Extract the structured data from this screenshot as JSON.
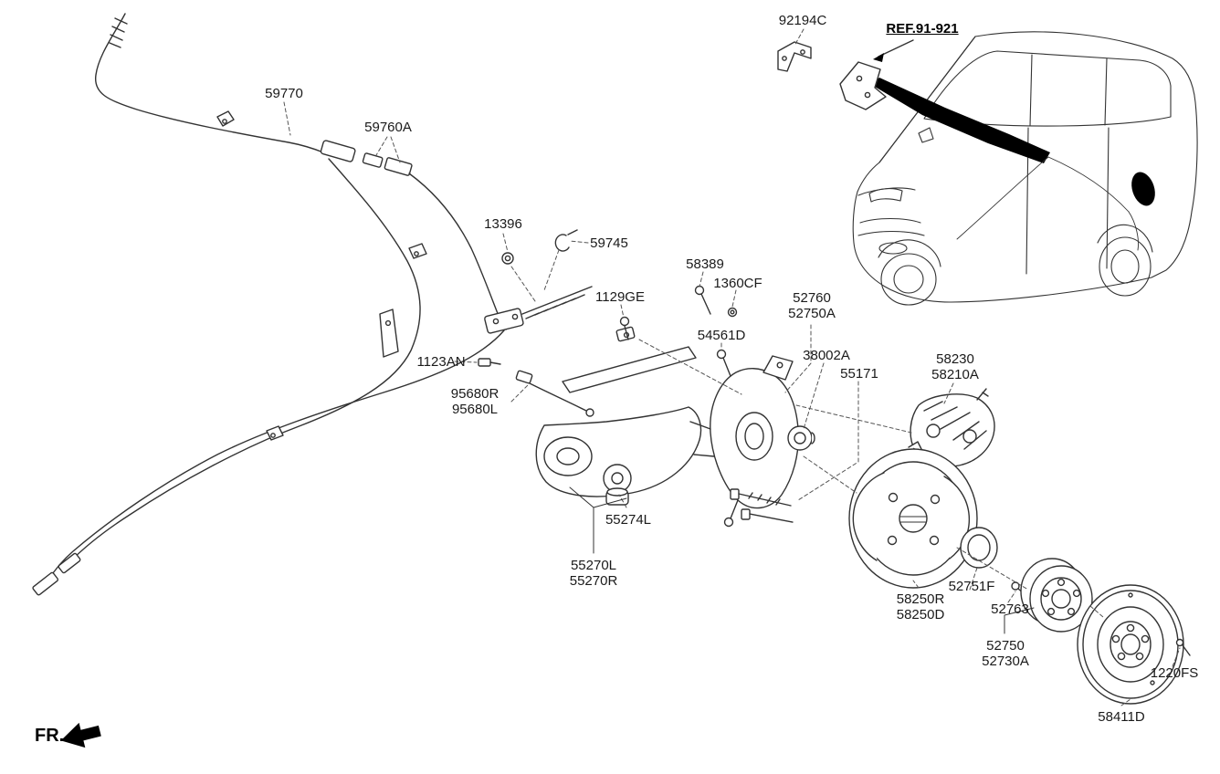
{
  "labels": {
    "p92194C": "92194C",
    "ref91921": "REF.91-921",
    "p59770": "59770",
    "p59760A": "59760A",
    "p13396": "13396",
    "p59745": "59745",
    "p58389": "58389",
    "p1360CF": "1360CF",
    "p1129GE": "1129GE",
    "p52760": "52760",
    "p52750A": "52750A",
    "p54561D": "54561D",
    "p38002A": "38002A",
    "p55171": "55171",
    "p58230": "58230",
    "p58210A": "58210A",
    "p1123AN": "1123AN",
    "p95680R": "95680R",
    "p95680L": "95680L",
    "p55274L": "55274L",
    "p55270L": "55270L",
    "p55270R": "55270R",
    "p58250R": "58250R",
    "p58250D": "58250D",
    "p52751F": "52751F",
    "p52763": "52763",
    "p52750": "52750",
    "p52730A": "52730A",
    "p1220FS": "1220FS",
    "p58411D": "58411D",
    "fr": "FR."
  },
  "colors": {
    "line": "#333333",
    "leader": "#555555",
    "highlight": "#000000",
    "label_text": "#1a1a1a"
  }
}
